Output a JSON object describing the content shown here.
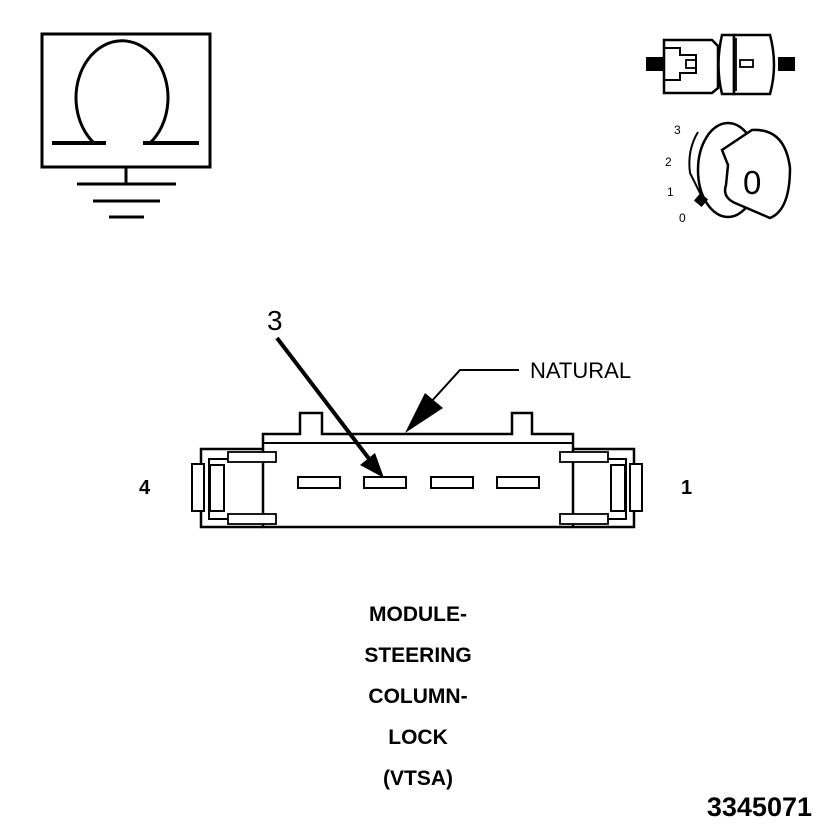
{
  "ohmmeter": {
    "icon": "ohm-meter-ground-icon"
  },
  "connector_icon": {
    "icon": "connector-disconnect-icon"
  },
  "ignition": {
    "icon": "ignition-key-icon",
    "positions": [
      "3",
      "2",
      "1",
      "0"
    ],
    "key_position": "0"
  },
  "connector": {
    "pin_callout": "3",
    "left_pin": "4",
    "right_pin": "1",
    "color_label": "NATURAL"
  },
  "caption": {
    "lines": [
      "MODULE-",
      "STEERING",
      "COLUMN-",
      "LOCK",
      "(VTSA)"
    ]
  },
  "figure_id": "3345071"
}
